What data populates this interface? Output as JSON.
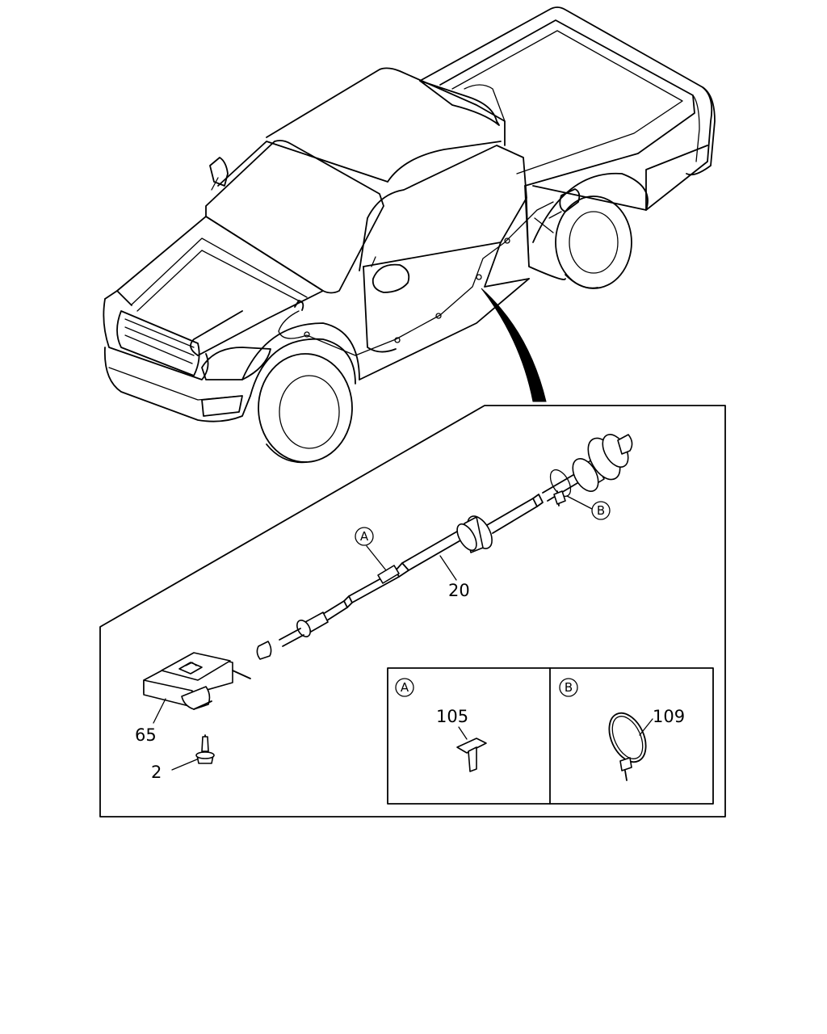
{
  "callouts": {
    "cable": "20",
    "bracket": "65",
    "screw": "2",
    "clip_a": "105",
    "clamp_b": "109"
  },
  "detail_refs": {
    "a": "A",
    "b": "B"
  }
}
